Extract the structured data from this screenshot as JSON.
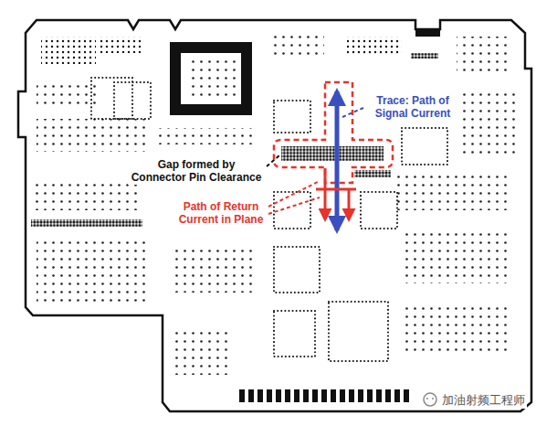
{
  "diagram": {
    "labels": [
      "Trace: Path of Signal Current",
      "Gap formed by Connector Pin Clearance",
      "Path of Return Current in Plane",
      "加油射频工程师"
    ]
  }
}
